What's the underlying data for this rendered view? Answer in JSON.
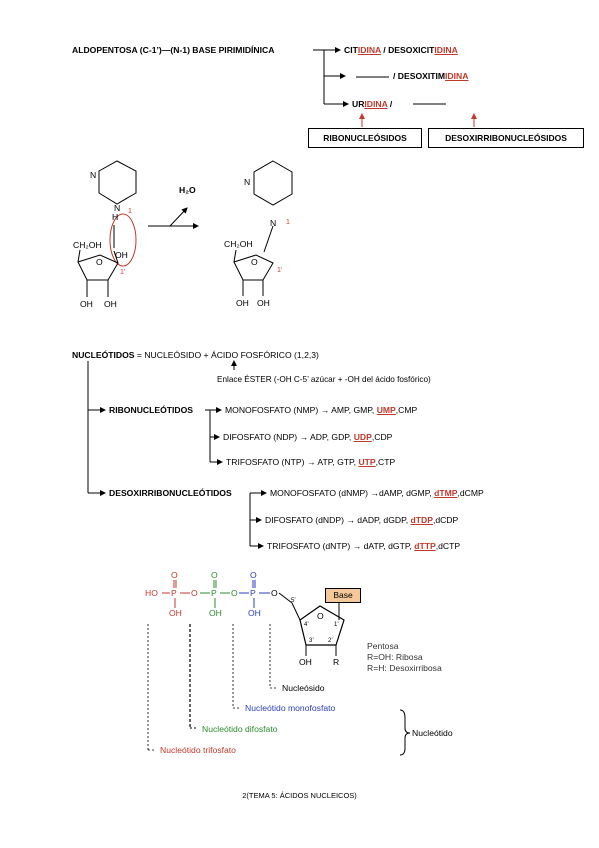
{
  "section1": {
    "heading": "ALDOPENTOSA (C-1’)—(N-1) BASE PIRIMIDÍNICA",
    "row1": {
      "prefix": "CIT",
      "suffix": "IDINA",
      "sep": " / DESOXICIT",
      "suffix2": "IDINA"
    },
    "row2": {
      "text": "/ DESOXITIM",
      "suffix": "IDINA"
    },
    "row3": {
      "prefix": "UR",
      "suffix": "IDINA",
      "sep": " /"
    },
    "box_ribo": "RIBONUCLEÓSIDOS",
    "box_desoxi": "DESOXIRRIBONUCLEÓSIDOS"
  },
  "reaction": {
    "n_top": "N",
    "n_bottom": "N",
    "h": "H",
    "num1": "1",
    "oh_glyc": "OH",
    "ch2oh": "CH₂OH",
    "o_ring": "O",
    "one_prime": "1’",
    "oh_left": "OH",
    "oh_right": "OH",
    "water": "H₂O",
    "n_top2": "N",
    "n_link": "N",
    "num1b": "1",
    "ch2oh2": "CH₂OH",
    "o_ring2": "O",
    "one_prime2": "1’",
    "oh_left2": "OH",
    "oh_right2": "OH"
  },
  "section2": {
    "heading_bold": "NUCLEÓTIDOS",
    "heading_rest": " = NUCLEÓSIDO +  ÁCIDO FOSFÓRICO (1,2,3)",
    "ester_note": "Enlace ÉSTER (-OH C-5’ azúcar + -OH del ácido fosfórico)",
    "ribo_label": "RIBONUCLEÓTIDOS",
    "ribo_rows": [
      {
        "pre": "MONOFOSFATO (NMP) → AMP, GMP, ",
        "hl": "UMP",
        "post": ",CMP"
      },
      {
        "pre": "DIFOSFATO (NDP) → ADP, GDP, ",
        "hl": "UDP",
        "post": ",CDP"
      },
      {
        "pre": "TRIFOSFATO (NTP) → ATP, GTP, ",
        "hl": "UTP",
        "post": ",CTP"
      }
    ],
    "desoxi_label": "DESOXIRRIBONUCLEÓTIDOS",
    "desoxi_rows": [
      {
        "pre": "MONOFOSFATO (dNMP) →dAMP, dGMP, ",
        "hl": "dTMP",
        "post": ",dCMP"
      },
      {
        "pre": "DIFOSFATO (dNDP) → dADP, dGDP, ",
        "hl": "dTDP",
        "post": ",dCDP"
      },
      {
        "pre": "TRIFOSFATO (dNTP) → dATP, dGTP, ",
        "hl": "dTTP",
        "post": ",dCTP"
      }
    ]
  },
  "figure": {
    "ho": "HO",
    "p": "P",
    "o": "O",
    "oh": "OH",
    "five_prime": "5’",
    "four_prime": "4’",
    "three_prime": "3’",
    "two_prime": "2’",
    "one_prime": "1’",
    "base": "Base",
    "oh_sugar": "OH",
    "r": "R",
    "pentosa": "Pentosa",
    "ribosa": "R=OH: Ribosa",
    "desoxi": "R=H: Desoxirribosa",
    "nucleosido": "Nucleósido",
    "monofosfato": "Nucleótido monofosfato",
    "difosfato": "Nucleótido difosfato",
    "trifosfato": "Nucleótido trifosfato",
    "nucleotido": "Nucleótido",
    "colors": {
      "red": "#c0392b",
      "green": "#2e8b2e",
      "blue": "#2b3fbf",
      "base_fill": "#f5c89a"
    }
  },
  "footer": "2(TEMA 5: ÁCIDOS NUCLEICOS)"
}
